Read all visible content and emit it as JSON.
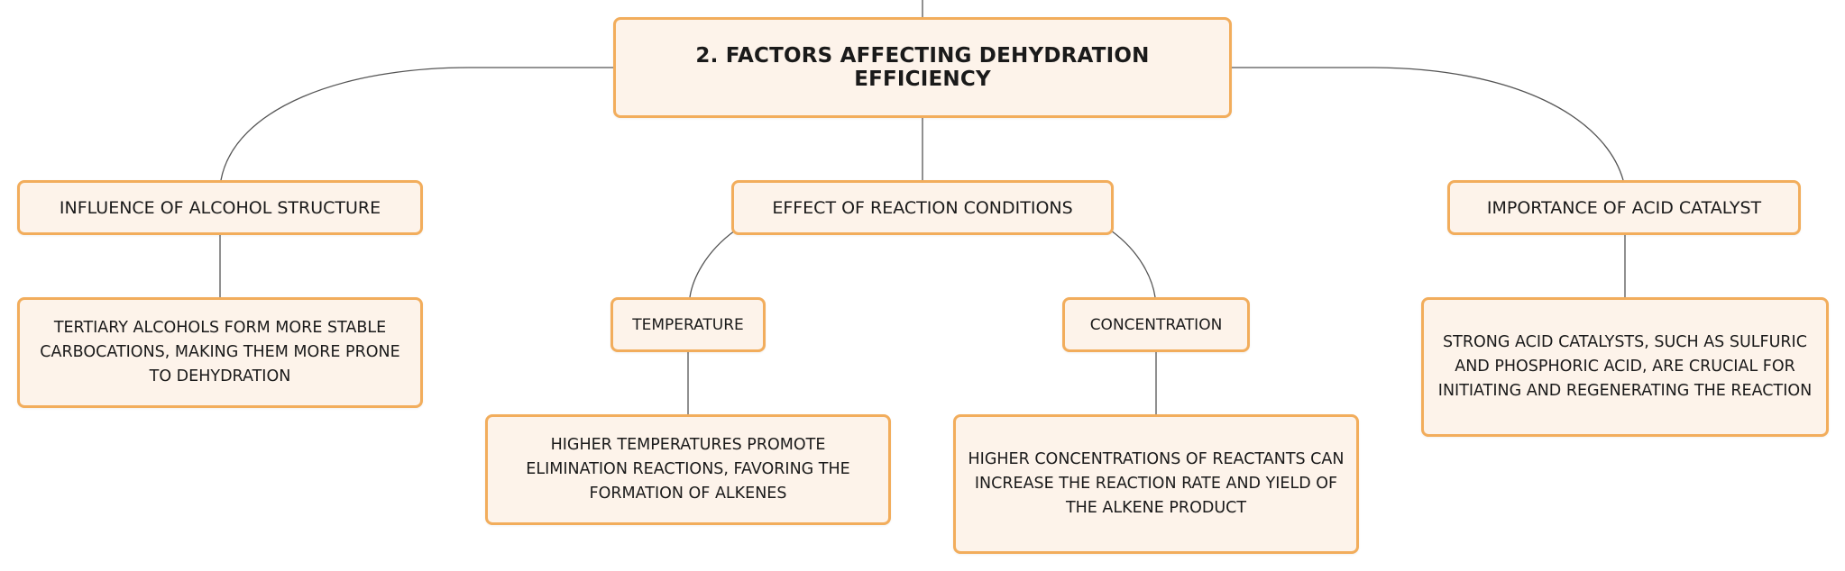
{
  "diagram": {
    "root": {
      "label": "2. FACTORS AFFECTING DEHYDRATION EFFICIENCY"
    },
    "branches": [
      {
        "label": "INFLUENCE OF ALCOHOL STRUCTURE",
        "detail": "TERTIARY ALCOHOLS FORM MORE STABLE CARBOCATIONS, MAKING THEM MORE PRONE TO DEHYDRATION"
      },
      {
        "label": "EFFECT OF REACTION CONDITIONS",
        "children": [
          {
            "label": "TEMPERATURE",
            "detail": "HIGHER TEMPERATURES PROMOTE ELIMINATION REACTIONS, FAVORING THE FORMATION OF ALKENES"
          },
          {
            "label": "CONCENTRATION",
            "detail": "HIGHER CONCENTRATIONS OF REACTANTS CAN INCREASE THE REACTION RATE AND YIELD OF THE ALKENE PRODUCT"
          }
        ]
      },
      {
        "label": "IMPORTANCE OF ACID CATALYST",
        "detail": "STRONG ACID CATALYSTS, SUCH AS SULFURIC AND PHOSPHORIC ACID, ARE CRUCIAL FOR INITIATING AND REGENERATING THE REACTION"
      }
    ]
  },
  "colors": {
    "node_fill": "#fdf3ea",
    "node_border": "#f2ad5c",
    "connector": "#555555",
    "text": "#1a1a1a"
  }
}
